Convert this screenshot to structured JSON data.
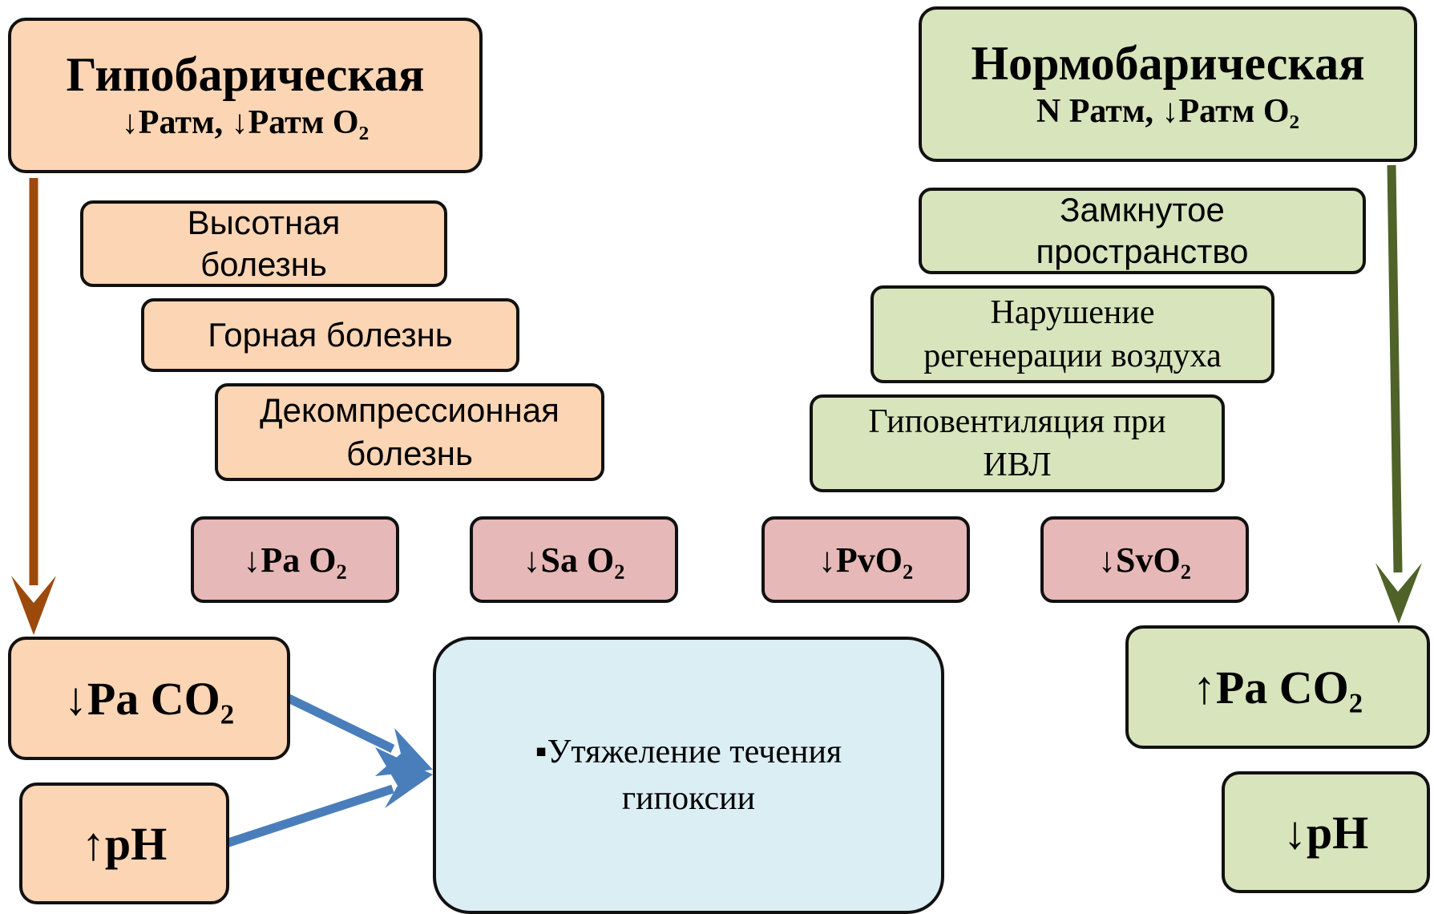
{
  "colors": {
    "peach": "#fcd5b4",
    "green": "#d7e4bc",
    "pink": "#e6b8b7",
    "light_blue": "#dbeef4",
    "brown_arrow": "#9c4a0c",
    "green_arrow": "#4f6228",
    "blue_arrow": "#4a7ebb"
  },
  "hypobaric": {
    "title": "Гипобарическая",
    "subtitle": "↓Pатм, ↓Pатм O₂",
    "causes": [
      {
        "line1": "Высотная",
        "line2": "болезнь"
      },
      {
        "line1": "Горная болезнь"
      },
      {
        "line1": "Декомпрессионная",
        "line2": "болезнь"
      }
    ],
    "pa_co2": "↓Pa CO₂",
    "ph": "↑pH"
  },
  "normobaric": {
    "title": "Нормобарическая",
    "subtitle": "N Pатм, ↓Pатм O₂",
    "causes": [
      {
        "line1": "Замкнутое",
        "line2": "пространство"
      },
      {
        "line1": "Нарушение",
        "line2": "регенерации воздуха"
      },
      {
        "line1": "Гиповентиляция при",
        "line2": "ИВЛ"
      }
    ],
    "pa_co2": "↑Pa CO₂",
    "ph": "↓pH"
  },
  "indicators": [
    "↓Pa O₂",
    "↓Sa O₂",
    "↓PvO₂",
    "↓SvO₂"
  ],
  "result": {
    "line1": "▪Утяжеление течения",
    "line2": "гипоксии"
  }
}
